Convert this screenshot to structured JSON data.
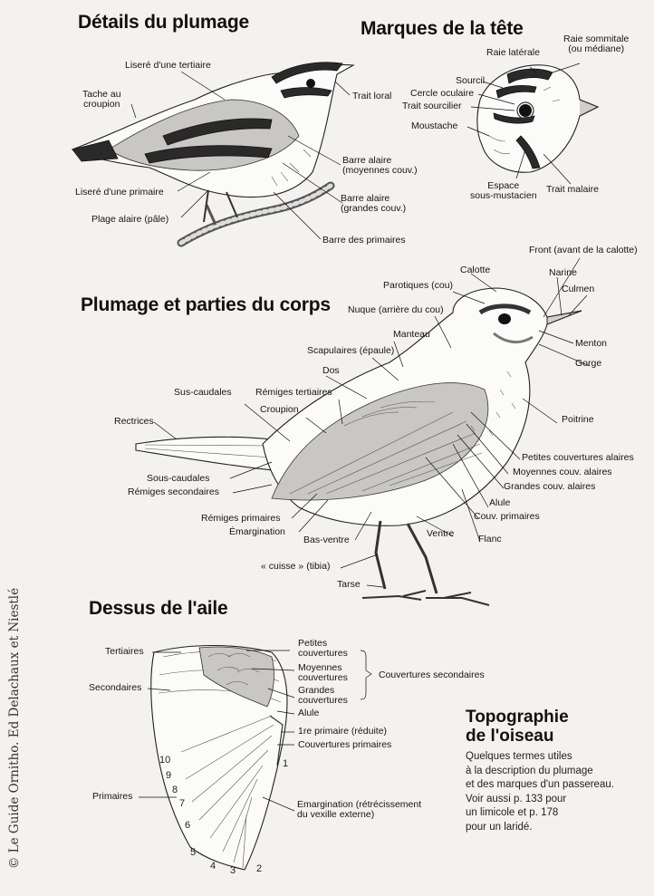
{
  "headings": {
    "plumage_details": "Détails du plumage",
    "head_marks": "Marques de la tête",
    "body_parts": "Plumage et parties du corps",
    "wing_top": "Dessus de l'aile"
  },
  "labels": {
    "d1": "Liseré d'une tertiaire",
    "d2": "Tache au\ncroupion",
    "d3": "Trait loral",
    "d4": "Barre alaire\n(moyennes couv.)",
    "d5": "Liseré d'une primaire",
    "d6": "Barre alaire\n(grandes couv.)",
    "d7": "Plage alaire (pâle)",
    "d8": "Barre des primaires",
    "h1": "Raie latérale",
    "h2": "Raie sommitale\n(ou médiane)",
    "h3": "Sourcil",
    "h4": "Cercle oculaire",
    "h5": "Trait sourcilier",
    "h6": "Moustache",
    "h7": "Espace\nsous-mustacien",
    "h8": "Trait malaire",
    "b1": "Front (avant de la calotte)",
    "b2": "Calotte",
    "b3": "Narine",
    "b4": "Parotiques (cou)",
    "b5": "Culmen",
    "b6": "Nuque (arrière du cou)",
    "b7": "Manteau",
    "b8": "Menton",
    "b9": "Scapulaires (épaule)",
    "b10": "Gorge",
    "b11": "Dos",
    "b12": "Sus-caudales",
    "b13": "Rémiges tertiaires",
    "b14": "Croupion",
    "b15": "Poitrine",
    "b16": "Rectrices",
    "b17": "Petites couvertures alaires",
    "b18": "Moyennes couv. alaires",
    "b19": "Sous-caudales",
    "b20": "Grandes couv. alaires",
    "b21": "Rémiges secondaires",
    "b22": "Alule",
    "b23": "Couv. primaires",
    "b24": "Rémiges primaires",
    "b25": "Émargination",
    "b26": "Bas-ventre",
    "b27": "Ventre",
    "b28": "Flanc",
    "b29": "« cuisse » (tibia)",
    "b30": "Tarse",
    "w1": "Tertiaires",
    "w2": "Petites\ncouvertures",
    "w3": "Moyennes\ncouvertures",
    "w4": "Couvertures secondaires",
    "w5": "Secondaires",
    "w6": "Grandes\ncouvertures",
    "w7": "Alule",
    "w8": "1re primaire (réduite)",
    "w9": "Couvertures primaires",
    "w10": "Primaires",
    "w11": "Emargination (rétrécissement\ndu vexille externe)"
  },
  "primary_numbers": [
    "10",
    "9",
    "8",
    "7",
    "6",
    "5",
    "4",
    "3",
    "2",
    "1"
  ],
  "topography": {
    "title": "Topographie\nde l'oiseau",
    "description": "Quelques termes utiles\nà la description du plumage\net des marques d'un passereau.\nVoir aussi p. 133 pour\nun limicole et p. 178\npour un laridé."
  },
  "credit": "© Le Guide Ornitho. Ed Delachaux et Niestlé"
}
